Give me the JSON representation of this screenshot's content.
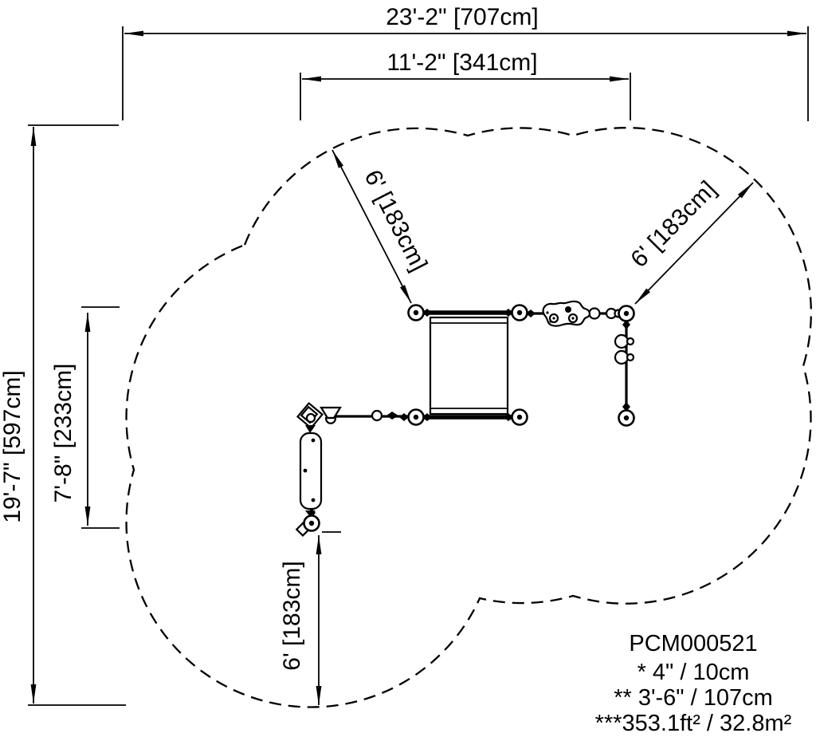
{
  "drawing": {
    "model_number": "PCM000521",
    "footnotes": [
      "* 4\" / 10cm",
      "** 3'-6\" / 107cm",
      "***353.1ft² / 32.8m²"
    ],
    "dimensions": {
      "overall_width": "23'-2\" [707cm]",
      "deck_span_width": "11'-2\" [341cm]",
      "overall_depth": "19'-7\" [597cm]",
      "deck_span_depth": "7'-8\" [233cm]",
      "use_zone_top_left": "6' [183cm]",
      "use_zone_top_right": "6' [183cm]",
      "use_zone_bottom": "6' [183cm]"
    },
    "colors": {
      "line": "#000000",
      "background": "#ffffff"
    }
  }
}
